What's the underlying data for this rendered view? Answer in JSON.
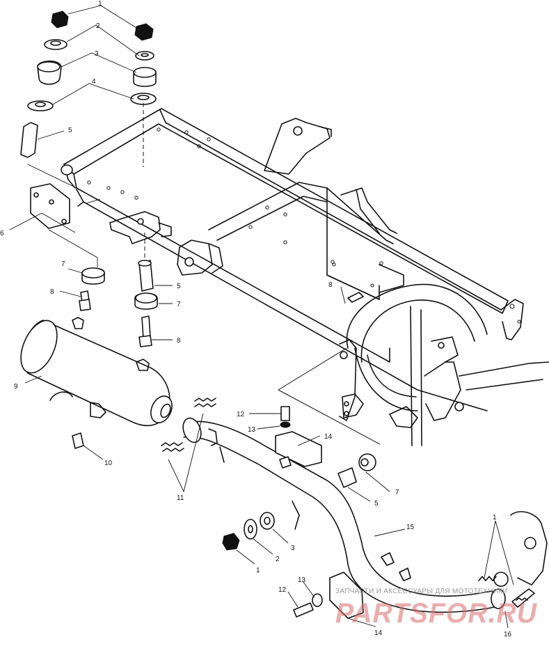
{
  "callouts": [
    {
      "id": "c1a",
      "label": "1"
    },
    {
      "id": "c2a",
      "label": "2"
    },
    {
      "id": "c3a",
      "label": "3"
    },
    {
      "id": "c4a",
      "label": "4"
    },
    {
      "id": "c5a",
      "label": "5"
    },
    {
      "id": "c6",
      "label": "6"
    },
    {
      "id": "c7a",
      "label": "7"
    },
    {
      "id": "c8a",
      "label": "8"
    },
    {
      "id": "c5b",
      "label": "5"
    },
    {
      "id": "c7b",
      "label": "7"
    },
    {
      "id": "c8b",
      "label": "8"
    },
    {
      "id": "c8c",
      "label": "8"
    },
    {
      "id": "c9",
      "label": "9"
    },
    {
      "id": "c10",
      "label": "10"
    },
    {
      "id": "c11",
      "label": "11"
    },
    {
      "id": "c12a",
      "label": "12"
    },
    {
      "id": "c13a",
      "label": "13"
    },
    {
      "id": "c14a",
      "label": "14"
    },
    {
      "id": "c7c",
      "label": "7"
    },
    {
      "id": "c5c",
      "label": "5"
    },
    {
      "id": "c15",
      "label": "15"
    },
    {
      "id": "c3b",
      "label": "3"
    },
    {
      "id": "c2b",
      "label": "2"
    },
    {
      "id": "c1b",
      "label": "1"
    },
    {
      "id": "c13b",
      "label": "13"
    },
    {
      "id": "c12b",
      "label": "12"
    },
    {
      "id": "c14b",
      "label": "14"
    },
    {
      "id": "c1c",
      "label": "1"
    },
    {
      "id": "c16",
      "label": "16"
    }
  ],
  "watermark": {
    "top_text": "ЗАПЧАСТИ И АКСЕССУАРЫ ДЛЯ МОТОТЕХНИКИ",
    "logo_text": "PARTSFOR.RU"
  }
}
